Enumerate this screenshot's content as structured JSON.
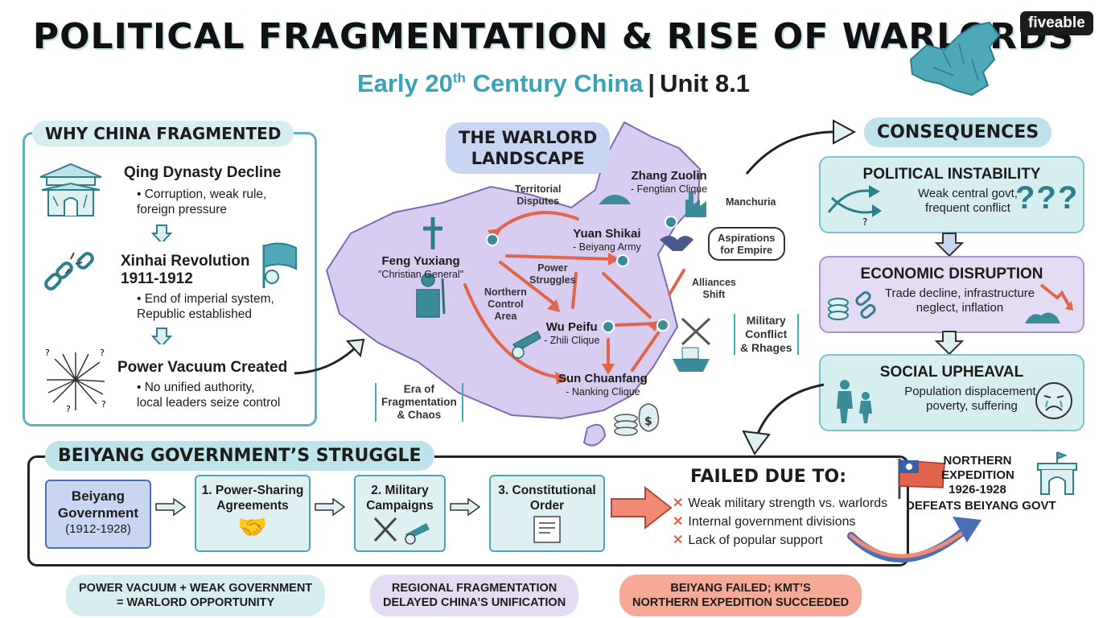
{
  "header": {
    "title": "POLITICAL FRAGMENTATION & RISE OF WARLORDS",
    "subtitle_main": "Early 20",
    "subtitle_sup": "th",
    "subtitle_rest": " Century China",
    "subtitle_unit": "Unit 8.1",
    "logo": "fiveable"
  },
  "why": {
    "heading": "WHY CHINA FRAGMENTED",
    "items": [
      {
        "title": "Qing Dynasty Decline",
        "bullet": "• Corruption, weak rule,\nforeign pressure"
      },
      {
        "title": "Xinhai Revolution\n1911-1912",
        "bullet": "• End of imperial system,\nRepublic established"
      },
      {
        "title": "Power Vacuum Created",
        "bullet": "• No unified authority,\nlocal leaders seize control"
      }
    ]
  },
  "map": {
    "heading": "THE WARLORD\nLANDSCAPE",
    "leaders": [
      {
        "name": "Zhang Zuolin",
        "clique": "- Fengtian Clique"
      },
      {
        "name": "Yuan Shikai",
        "clique": "- Beiyang Army"
      },
      {
        "name": "Feng Yuxiang",
        "clique": "\"Christian General\""
      },
      {
        "name": "Wu Peifu",
        "clique": "- Zhili Clique"
      },
      {
        "name": "Sun Chuanfang",
        "clique": "- Nanking Clique"
      }
    ],
    "notes": {
      "territorial": "Territorial\nDisputes",
      "manchuria": "Manchuria",
      "aspirations": "Aspirations\nfor Empire",
      "power": "Power\nStruggles",
      "northern": "Northern\nControl\nArea",
      "alliances": "Alliances\nShift",
      "military": "Military\nConflict\n& Rhages",
      "era": "Era of\nFragmentation\n& Chaos"
    }
  },
  "consequences": {
    "heading": "CONSEQUENCES",
    "items": [
      {
        "title": "POLITICAL INSTABILITY",
        "text": "Weak central govt,\nfrequent conflict",
        "color": "#d6eef0"
      },
      {
        "title": "ECONOMIC DISRUPTION",
        "text": "Trade decline, infrastructure\nneglect, inflation",
        "color": "#e4dcf3"
      },
      {
        "title": "SOCIAL UPHEAVAL",
        "text": "Population displacement,\npoverty, suffering",
        "color": "#d6eef0"
      }
    ]
  },
  "beiyang": {
    "heading": "BEIYANG GOVERNMENT’S STRUGGLE",
    "gov_name": "Beiyang\nGovernment",
    "gov_years": "(1912-1928)",
    "steps": [
      "1. Power-Sharing\nAgreements",
      "2. Military\nCampaigns",
      "3. Constitutional\nOrder"
    ],
    "failed_heading": "FAILED DUE TO:",
    "failed_items": [
      "Weak military strength vs. warlords",
      "Internal government divisions",
      "Lack of popular support"
    ],
    "expedition": "NORTHERN\nEXPEDITION\n1926-1928",
    "expedition_result": "DEFEATS BEIYANG GOVT"
  },
  "summary": [
    {
      "text": "POWER VACUUM + WEAK GOVERNMENT\n= WARLORD OPPORTUNITY",
      "color": "#d6eef0"
    },
    {
      "text": "REGIONAL FRAGMENTATION\nDELAYED CHINA’S UNIFICATION",
      "color": "#e4dcf3"
    },
    {
      "text": "BEIYANG FAILED; KMT’S\nNORTHERN EXPEDITION SUCCEEDED",
      "color": "#f6a996"
    }
  ],
  "colors": {
    "teal": "#3aa3b5",
    "lavender": "#d8cdf0",
    "coral": "#ea7a63"
  }
}
